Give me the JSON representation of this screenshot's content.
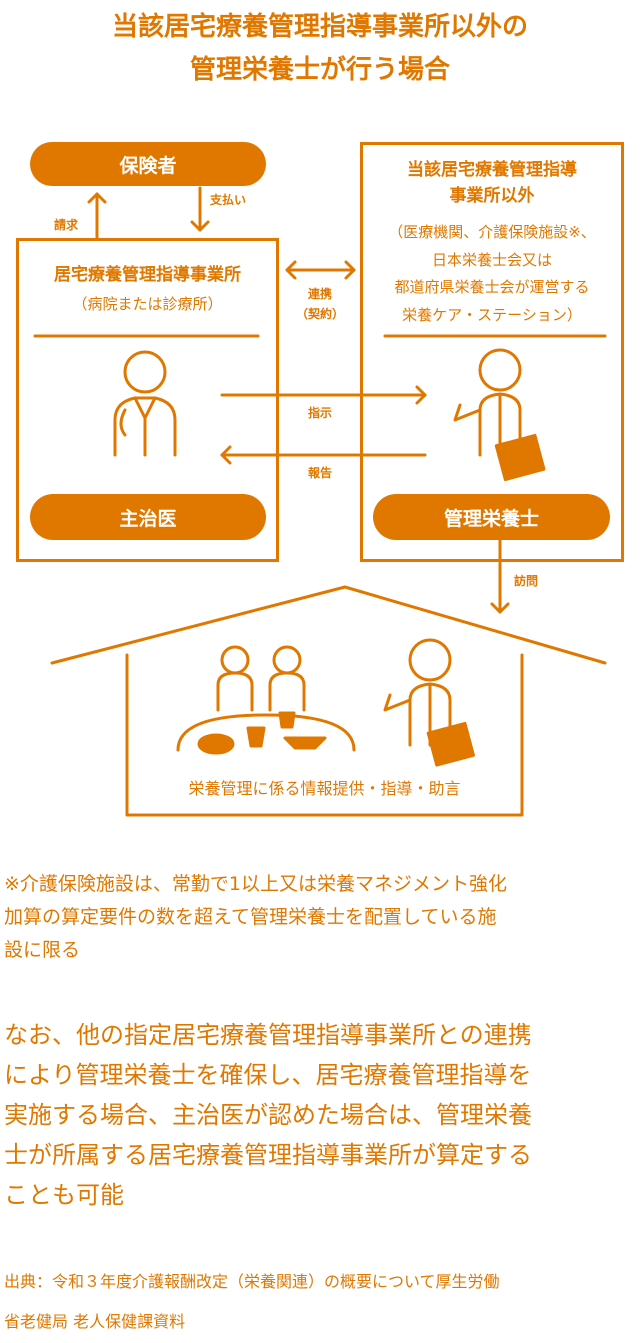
{
  "title": {
    "line1": "当該居宅療養管理指導事業所以外の",
    "line2": "管理栄養士が行う場合"
  },
  "insurer": {
    "label": "保険者"
  },
  "arrows": {
    "claim": "請求",
    "payment": "支払い",
    "cooperation": "連携",
    "contract": "（契約）",
    "instruction": "指示",
    "report": "報告",
    "visit": "訪問"
  },
  "left_box": {
    "title": "居宅療養管理指導事業所",
    "subtitle": "（病院または診療所）",
    "role": "主治医"
  },
  "right_box": {
    "title1": "当該居宅療養管理指導",
    "title2": "事業所以外",
    "desc": [
      "（医療機関、介護保険施設※、",
      "日本栄養士会又は",
      "都道府県栄養士会が運営する",
      "栄養ケア・ステーション）"
    ],
    "role": "管理栄養士"
  },
  "home": {
    "caption": "栄養管理に係る情報提供・指導・助言"
  },
  "notes": {
    "footnote": [
      "※介護保険施設は、常勤で1以上又は栄養マネジメント強化",
      "加算の算定要件の数を超えて管理栄養士を配置している施",
      "設に限る"
    ],
    "paragraph": [
      "なお、他の指定居宅療養管理指導事業所との連携",
      "により管理栄養士を確保し、居宅療養管理指導を",
      "実施する場合、主治医が認めた場合は、管理栄養",
      "士が所属する居宅療養管理指導事業所が算定する",
      "ことも可能"
    ],
    "source": [
      "出典：令和３年度介護報酬改定（栄養関連）の概要について厚生労働",
      "省老健局 老人保健課資料"
    ]
  },
  "colors": {
    "accent": "#E07800"
  }
}
